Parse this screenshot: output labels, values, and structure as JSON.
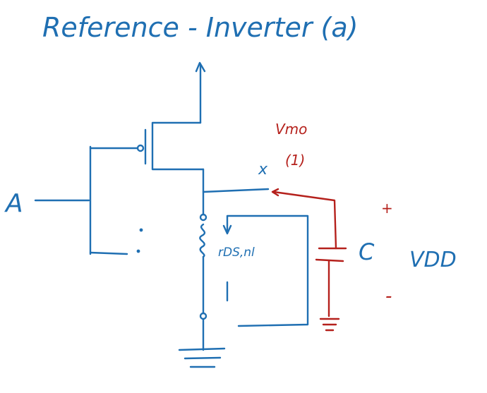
{
  "title": "Reference - Inverter (a)",
  "labels": {
    "input": "A",
    "node": "x",
    "vmo": "Vmo",
    "one": "(1)",
    "plus": "+",
    "cap": "C",
    "vdd": "VDD",
    "minus": "-",
    "rds": "rDS,nl"
  },
  "colors": {
    "blue_ink": "#1f6fb2",
    "red_ink": "#b5211c"
  }
}
